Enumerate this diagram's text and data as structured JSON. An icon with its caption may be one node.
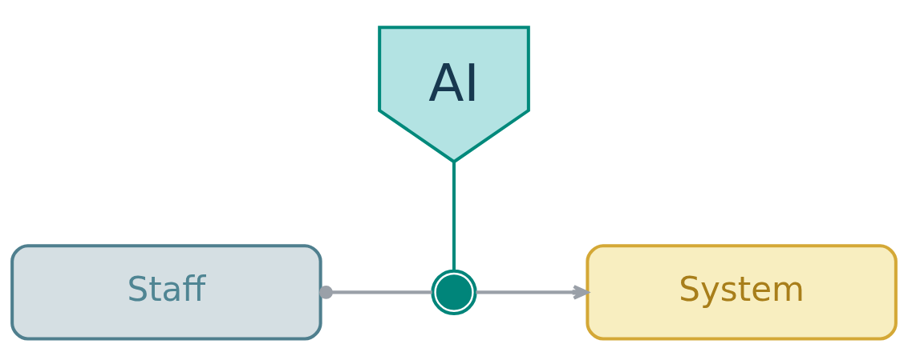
{
  "diagram": {
    "nodes": [
      {
        "text": [
          "AI"
        ]
      },
      {
        "text": [
          "Staff"
        ]
      },
      {
        "text": [],
        "shape": "circle"
      },
      {
        "text": [
          "System"
        ]
      }
    ],
    "edges": [
      {
        "from": 0,
        "to": 2,
        "arrow": "none",
        "color": "#00897b"
      },
      {
        "from": 1,
        "to": 2,
        "arrow": "other"
      },
      {
        "from": 2,
        "to": 3,
        "arrow": "to"
      }
    ]
  }
}
